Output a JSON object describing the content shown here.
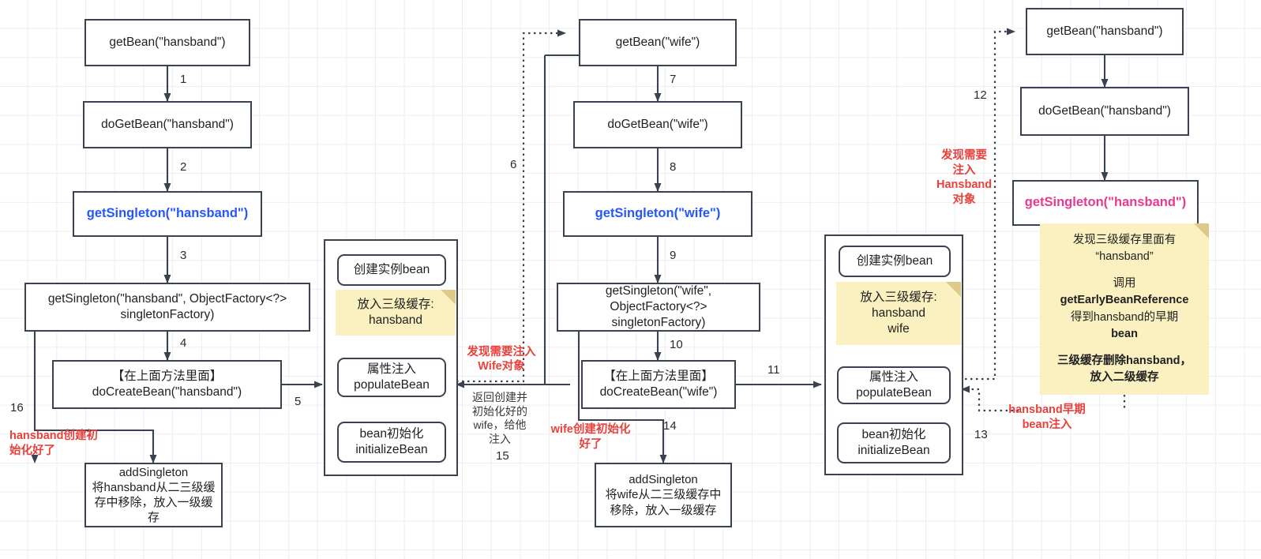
{
  "diagram": {
    "title": "Spring 三级缓存循环依赖流程",
    "colors": {
      "box_border": "#3a4250",
      "blue_text": "#2456ff",
      "magenta_text": "#e8388f",
      "red_text": "#e8413c",
      "sticky_yellow": "#fbf0c0",
      "sticky_fold": "#dfc988",
      "grid_line": "#ededed",
      "background": "#ffffff"
    }
  },
  "columns": {
    "hansband_first": {
      "get_bean": "getBean(\"hansband\")",
      "do_get_bean": "doGetBean(\"hansband\")",
      "get_singleton": "getSingleton(\"hansband\")",
      "get_singleton_factory": "getSingleton(\"hansband\", ObjectFactory<?> singletonFactory)",
      "do_create_bean": "【在上面方法里面】\ndoCreateBean(\"hansband\")",
      "add_singleton": "addSingleton\n将hansband从二三级缓存中移除，放入一级缓存"
    },
    "wife": {
      "get_bean": "getBean(\"wife\")",
      "do_get_bean": "doGetBean(\"wife\")",
      "get_singleton": "getSingleton(\"wife\")",
      "get_singleton_factory": "getSingleton(\"wife\", ObjectFactory<?> singletonFactory)",
      "do_create_bean": "【在上面方法里面】\ndoCreateBean(\"wife\")",
      "add_singleton": "addSingleton\n将wife从二三级缓存中移除，放入一级缓存"
    },
    "hansband_second": {
      "get_bean": "getBean(\"hansband\")",
      "do_get_bean": "doGetBean(\"hansband\")",
      "get_singleton": "getSingleton(\"hansband\")"
    }
  },
  "lifecycle_hansband": {
    "create_instance": "创建实例bean",
    "sticky_cache": "放入三级缓存:\nhansband",
    "populate": "属性注入\npopulateBean",
    "initialize": "bean初始化\ninitializeBean"
  },
  "lifecycle_wife": {
    "create_instance": "创建实例bean",
    "sticky_cache": "放入三级缓存:\nhansband\nwife",
    "populate": "属性注入\npopulateBean",
    "initialize": "bean初始化\ninitializeBean"
  },
  "big_sticky": {
    "line1": "发现三级缓存里面有",
    "line2": "“hansband”",
    "line3": "调用",
    "line4": "getEarlyBeanReference",
    "line5": "得到hansband的早期",
    "line6": "bean",
    "line7": "三级缓存删除hansband，",
    "line8": "放入二级缓存"
  },
  "step_numbers": {
    "n1": "1",
    "n2": "2",
    "n3": "3",
    "n4": "4",
    "n5": "5",
    "n6": "6",
    "n7": "7",
    "n8": "8",
    "n9": "9",
    "n10": "10",
    "n11": "11",
    "n12": "12",
    "n13": "13",
    "n14": "14",
    "n15": "15",
    "n16": "16"
  },
  "annotations": {
    "need_inject_wife": "发现需要注入Wife对象",
    "return_wife": "返回创建并初始化好的wife，给他注入",
    "hansband_created": "hansband创建初始化好了",
    "wife_created": "wife创建初始化好了",
    "need_inject_hansband": "发现需要注入Hansband对象",
    "early_bean_inject": "hansband早期bean注入"
  }
}
